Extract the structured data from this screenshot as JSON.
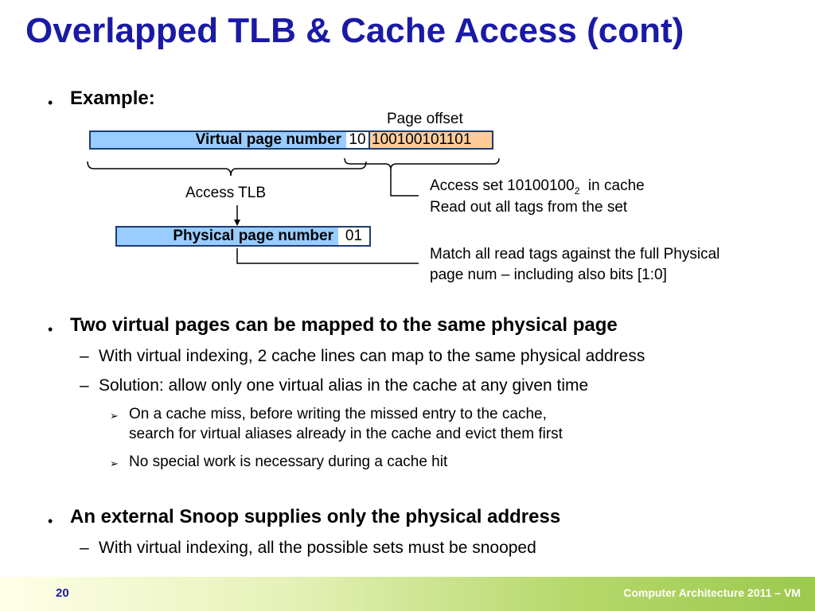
{
  "title": "Overlapped TLB & Cache Access (cont)",
  "bullets": {
    "example": "Example:",
    "two_virtual": "Two virtual pages can be mapped to the same physical page",
    "virtual_indexing_2": "With virtual indexing, 2 cache lines can map to the same physical address",
    "solution": "Solution: allow only one virtual alias in the cache at any given time",
    "cache_miss_line1": "On a cache miss, before writing the missed entry to the cache,",
    "cache_miss_line2": "search for virtual aliases already in the cache and evict them first",
    "cache_hit": "No special work is necessary during a cache hit",
    "snoop": "An external Snoop supplies only the physical address",
    "snoop_sub": "With virtual indexing, all the possible sets must be snooped"
  },
  "diagram": {
    "page_offset_label": "Page offset",
    "virtual_page_number": "Virtual page number",
    "vpn_low_bits": "10",
    "offset_bits": "100100101101",
    "access_tlb": "Access TLB",
    "physical_page_number": "Physical page number",
    "ppn_low_bits": "01",
    "access_set_prefix": "Access set 10100100",
    "access_set_sub": "2",
    "access_set_suffix": "  in cache",
    "read_tags": "Read out all tags from the set",
    "match_line1": "Match all read tags against the full Physical",
    "match_line2": "page num – including also bits [1:0]"
  },
  "footer": {
    "page_number": "20",
    "course": "Computer Architecture 2011 – VM"
  },
  "colors": {
    "title": "#1a1aa6",
    "vpn_fill": "#99ccff",
    "offset_fill": "#ffcc99",
    "box_border": "#1c3d6e"
  },
  "icons": {
    "level1_bullet": "bullet-dot-icon",
    "level3_bullet": "arrow-bullet-icon"
  }
}
